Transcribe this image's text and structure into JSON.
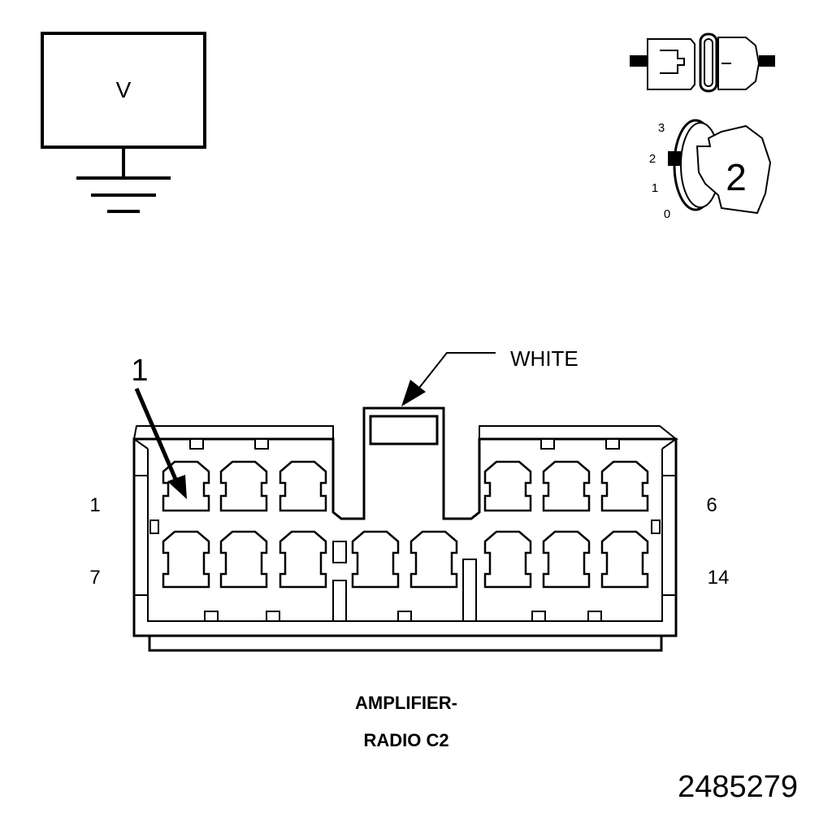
{
  "meter": {
    "label": "V"
  },
  "probe_dial": {
    "ticks": [
      "3",
      "2",
      "1",
      "0"
    ],
    "setting": "2"
  },
  "connector": {
    "color_label": "WHITE",
    "callout": "1",
    "pin_labels": {
      "top_left": "1",
      "top_right": "6",
      "bottom_left": "7",
      "bottom_right": "14"
    },
    "title_line1": "AMPLIFIER-",
    "title_line2": "RADIO C2"
  },
  "figure_id": "2485279"
}
